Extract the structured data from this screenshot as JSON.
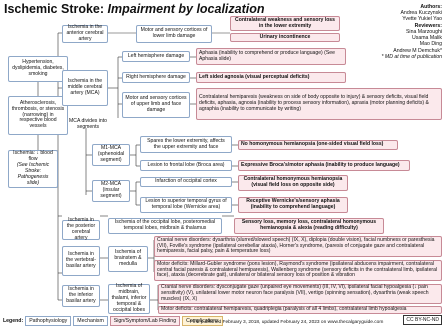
{
  "title": {
    "main": "Ischemic Stroke:",
    "sub": "Impairment by localization"
  },
  "authors": {
    "authors_label": "Authors:",
    "authors": [
      "Andrea Kuczynski",
      "Yvette Yukiel Yao"
    ],
    "reviewers_label": "Reviewers:",
    "reviewers": [
      "Sina Marzoughi",
      "Usama Malik",
      "Mao Ding",
      "Andrew M Demchuk*"
    ],
    "note": "* MD at time of publication"
  },
  "causes": {
    "risk": "Hypertension, dyslipidemia, diabetes, smoking",
    "athero": "Atherosclerosis, thrombosis, or stenosis (narrowing) in respective blood vessels",
    "flow": "Ischemia: ↓ blood flow",
    "see": "(See Ischemic Stroke: Pathogenesis slide)"
  },
  "aca": {
    "loc": "Ischemia in the anterior cerebral artery",
    "mech": "Motor and sensory cortices of lower limb damage",
    "sign1": "Contralateral weakness and sensory loss in the lower extremity",
    "sign2": "Urinary incontinence"
  },
  "mca": {
    "loc": "Ischemia in the middle cerebral artery (MCA)",
    "left": "Left hemisphere damage",
    "left_sign": "Aphasia (inability to comprehend or produce language) (See Aphasia slide)",
    "right": "Right hemisphere damage",
    "right_sign": "Left sided agnosia (visual perceptual deficits)",
    "motor": "Motor and sensory cortices of upper limb and face damage",
    "motor_sign": "Contralateral hemiparesis (weakness on side of body opposite to injury) & sensory deficits, visual field deficits, aphasia, agnosia (inability to process sensory information), apraxia (motor planning deficits) & agraphia (inability to communicate by writing)",
    "divides": "MCA divides into segments",
    "m1": "M1-MCA (sphenoidal segment)",
    "m1_mech1": "Spares the lower extremity, affects the upper extremity and face",
    "m1_sign1": "No homonymous hemianopsia (one-sided visual field loss)",
    "m1_mech2": "Lesion to frontal lobe (Broca area)",
    "m1_sign2": "Expressive Broca's/motor aphasia (inability to produce language)",
    "m2": "M2-MCA (insular segment)",
    "m2_mech1": "Infarction of occipital cortex",
    "m2_sign1": "Contralateral homonymous hemianopsia (visual field loss on opposite side)",
    "m2_mech2": "Lesion to superior temporal gyrus of temporal lobe (Wernicke area)",
    "m2_sign2": "Receptive Wernicke's/sensory aphasia (inability to comprehend language)"
  },
  "pca": {
    "loc": "Ischemia in the posterior cerebral artery",
    "mech": "Ischemia of the occipital lobe, posteromedial temporal lobes, midbrain & thalamus",
    "sign": "Sensory loss, memory loss, contralateral homonymous hemianopsia & alexia (reading difficulty)"
  },
  "vert": {
    "loc": "Ischemia in the vertebral-basilar artery",
    "brainstem": "Ischemia of brainstem & medulla",
    "cn": "Cranial nerve disorders: dysarthria (slurred/slowed speech) (IX, X), diplopia (double vision), facial numbness or paresthesia (VII), Foville's syndrome (ipsilateral cerebellar ataxia), Horner's syndrome, (paresis of conjugate gaze and contralateral hemiparesis, facial palsy, pain & temperature loss)",
    "motor": "Motor deficits: Millard-Gubler syndrome (pons lesion), Raymond's syndrome (ipsilateral abducens impairment, contralateral central facial paresis & contralateral hemiparesis), Wallenberg syndrome (sensory deficits in the contralateral limb, ipsilateral face), ataxia (decerebrate gait), unilateral or bilateral sensory loss of position & vibration"
  },
  "inferior": {
    "loc": "Ischemia in the inferior basilar artery",
    "mid": "Ischemia of midbrain, thalami, inferior temporal & occipital lobes",
    "cn": "Cranial nerve disorders: dysconjugate gaze (unpaired eye movements) (III, IV, VI), ipsilateral facial hypoalgesia (↓ pain sensitivity) (V), unilateral lower motor neuron face paralysis (VII), vertigo (spinning sensation), dysarthria (weak speech muscles) (IX, X)",
    "motor": "Motor deficits: contralateral hemiparesis, quadriplegia (paralysis of all 4 limbs), contralateral limb hypoalgesia"
  },
  "legend": {
    "label": "Legend:",
    "items": [
      "Pathophysiology",
      "Mechanism",
      "Sign/Symptom/Lab Finding",
      "Complications"
    ]
  },
  "publication": "First published February 3, 2018, updated February 24, 2023 on www.thecalgaryguide.com",
  "license": "CC BY-NC-ND",
  "colors": {
    "pathophysiology": "#ffffff",
    "sign": "#fbe9ec",
    "complication": "#fff3d6",
    "border": "#8fa8c8"
  }
}
